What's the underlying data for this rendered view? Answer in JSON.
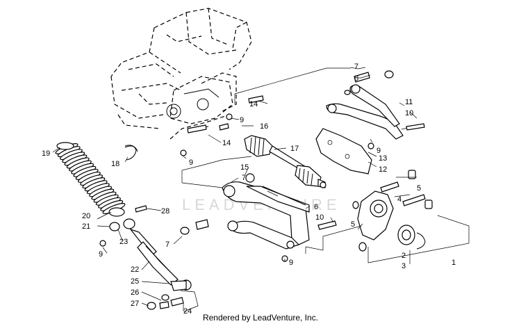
{
  "watermark": "LEADVENTURE",
  "footer": "Rendered by LeadVenture, Inc.",
  "callouts": {
    "c1": "1",
    "c2": "2",
    "c3": "3",
    "c4": "4",
    "c5a": "5",
    "c5b": "5",
    "c6": "6",
    "c7a": "7",
    "c7b": "7",
    "c7c": "7",
    "c8": "8",
    "c9a": "9",
    "c9b": "9",
    "c9c": "9",
    "c9d": "9",
    "c9e": "9",
    "c10a": "10",
    "c10b": "10",
    "c11": "11",
    "c12": "12",
    "c13": "13",
    "c14a": "14",
    "c14b": "14",
    "c15": "15",
    "c16": "16",
    "c17": "17",
    "c18": "18",
    "c19": "19",
    "c20": "20",
    "c21": "21",
    "c22": "22",
    "c23": "23",
    "c24": "24",
    "c25": "25",
    "c26": "26",
    "c27": "27",
    "c28": "28"
  }
}
